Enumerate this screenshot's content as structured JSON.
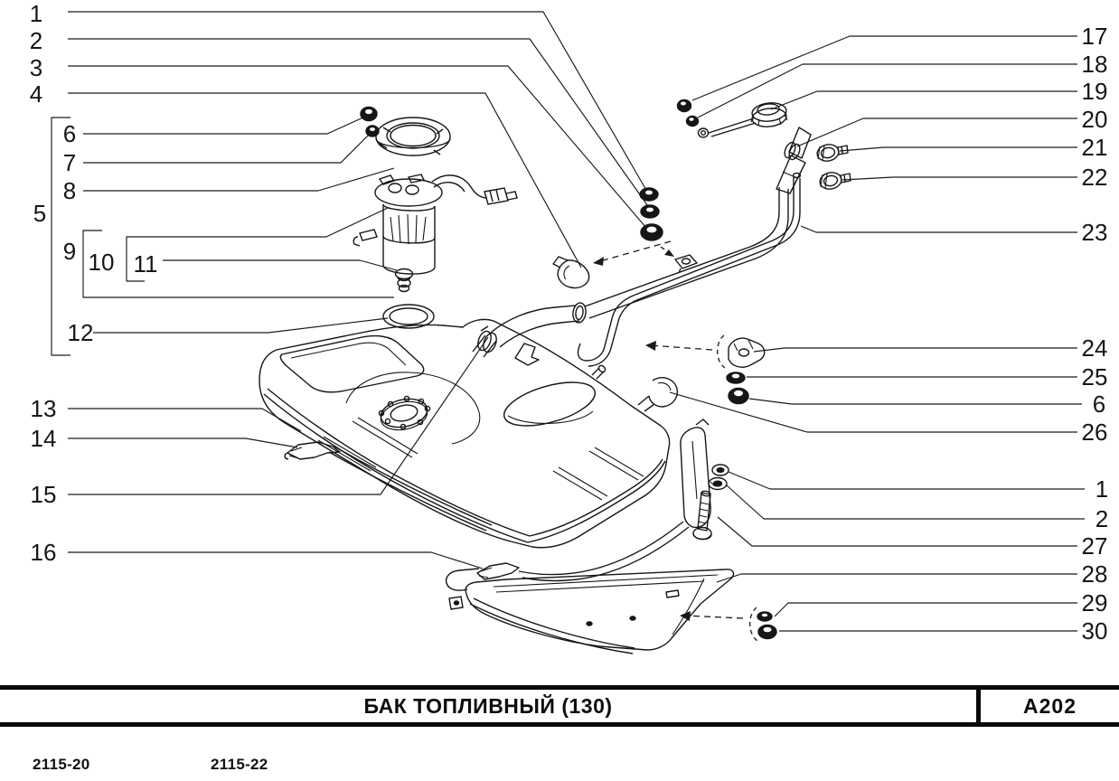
{
  "figure": {
    "kind": "parts-catalog-exploded-view",
    "subject": "fuel tank assembly line drawing"
  },
  "callouts": {
    "left": [
      "1",
      "2",
      "3",
      "4",
      "5",
      "6",
      "7",
      "8",
      "9",
      "10",
      "11",
      "12",
      "13",
      "14",
      "15",
      "16"
    ],
    "right": [
      "17",
      "18",
      "19",
      "20",
      "21",
      "22",
      "23",
      "24",
      "25",
      "6",
      "26",
      "1",
      "2",
      "27",
      "28",
      "29",
      "30"
    ]
  },
  "footer": {
    "title": "БАК ТОПЛИВНЫЙ (130)",
    "code": "A202"
  },
  "models": [
    "2115-20",
    "2115-22"
  ]
}
